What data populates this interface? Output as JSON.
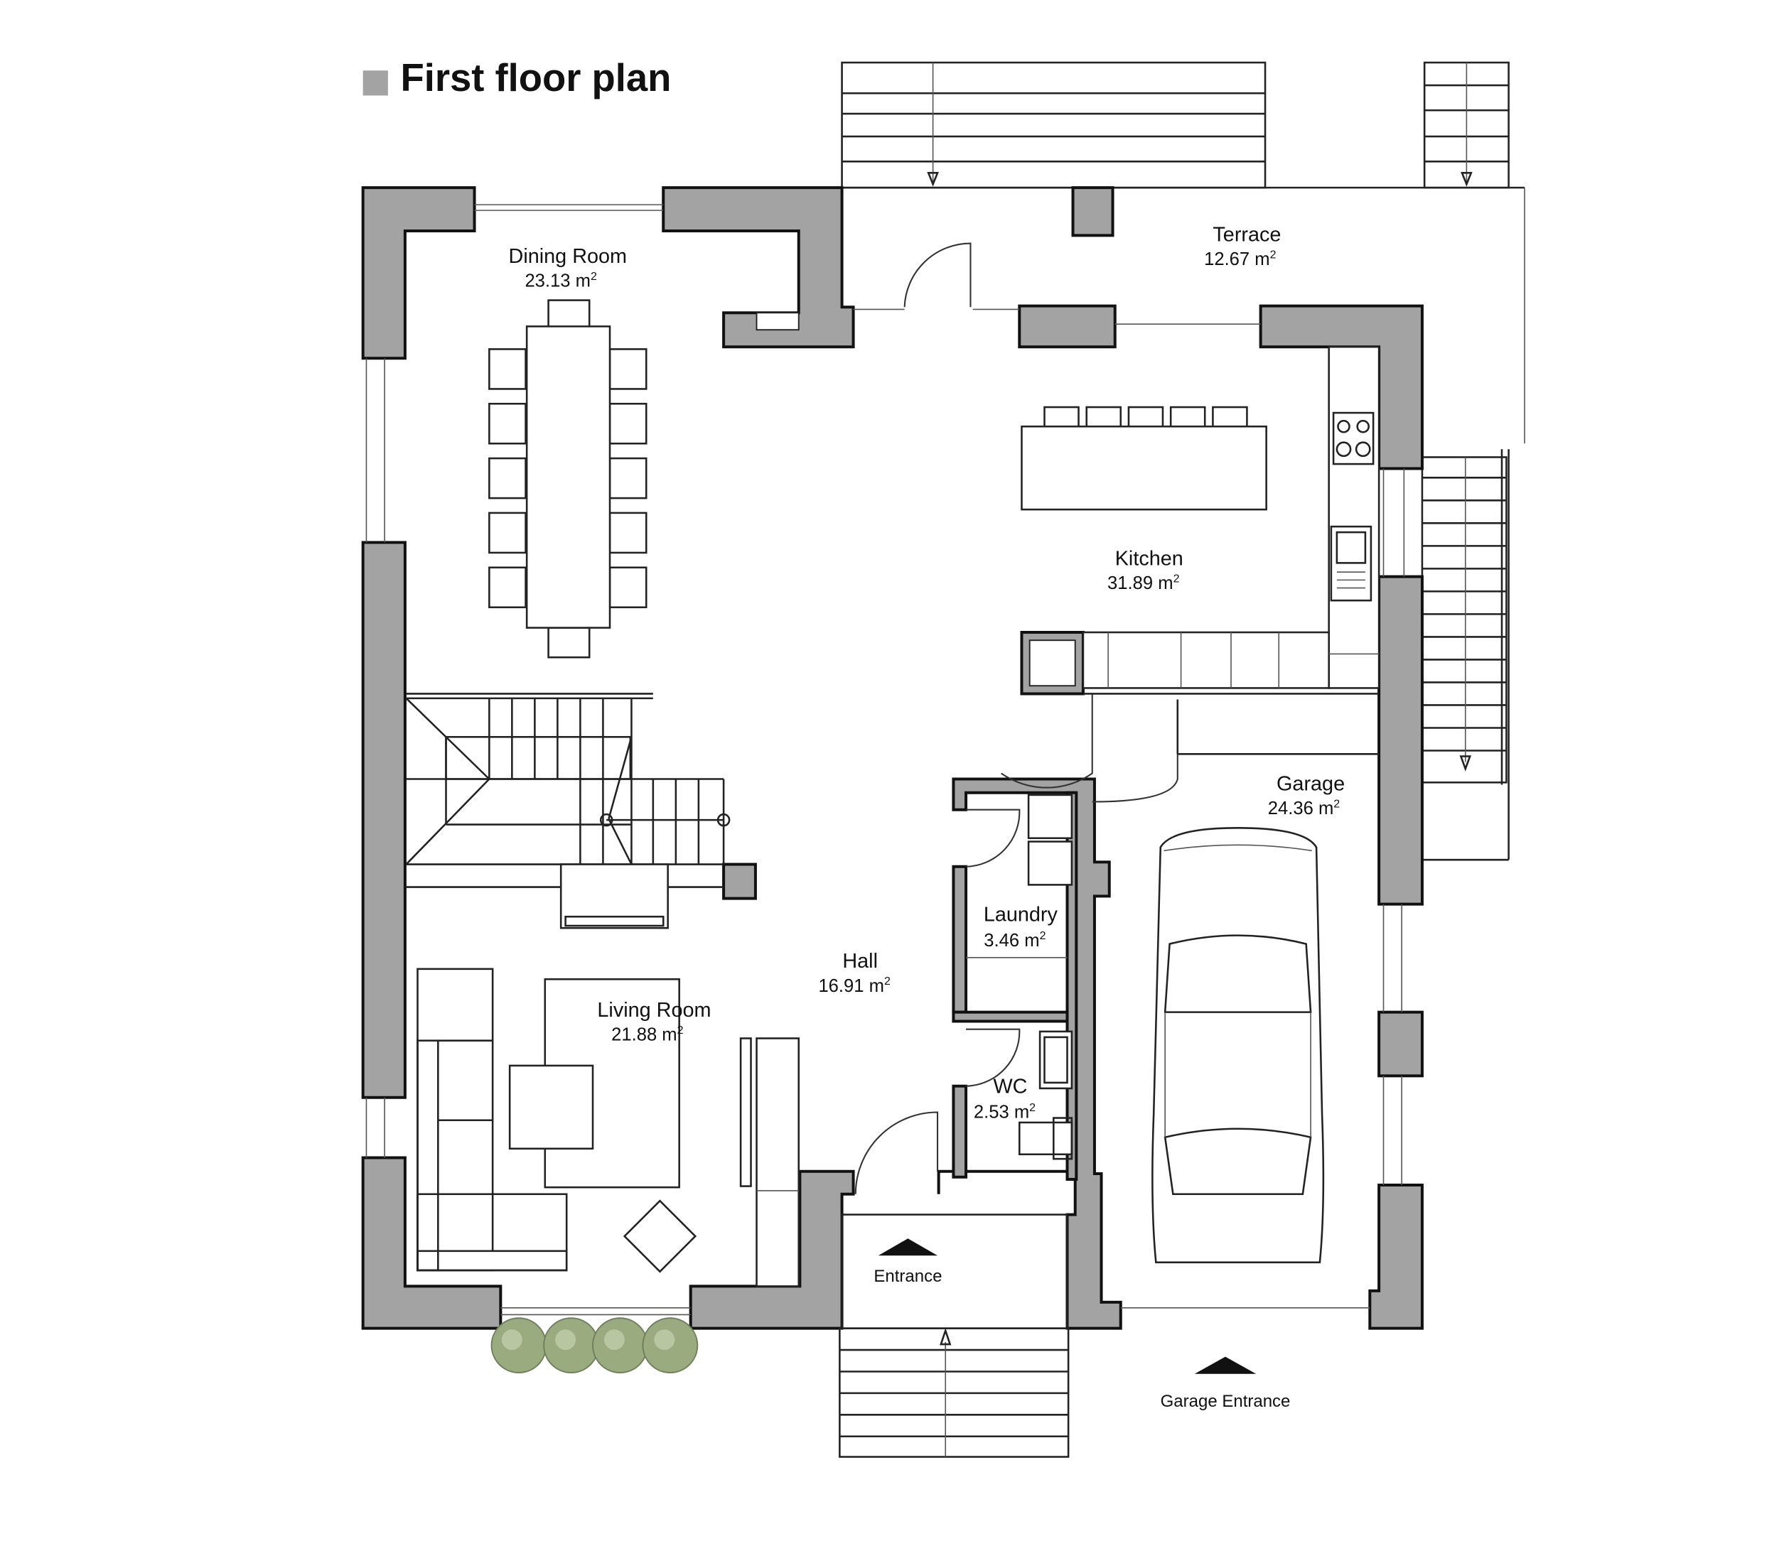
{
  "title": "First floor plan",
  "colors": {
    "wall": "#a3a3a3",
    "legend": "#a3a3a3",
    "line": "#222222",
    "background": "#ffffff",
    "tree": "#9aab80"
  },
  "rooms": {
    "dining": {
      "name": "Dining Room",
      "area": "23.13 m",
      "unit_sup": "2"
    },
    "terrace": {
      "name": "Terrace",
      "area": "12.67 m",
      "unit_sup": "2"
    },
    "kitchen": {
      "name": "Kitchen",
      "area": "31.89 m",
      "unit_sup": "2"
    },
    "garage": {
      "name": "Garage",
      "area": "24.36 m",
      "unit_sup": "2"
    },
    "laundry": {
      "name": "Laundry",
      "area": "3.46 m",
      "unit_sup": "2"
    },
    "hall": {
      "name": "Hall",
      "area": "16.91 m",
      "unit_sup": "2"
    },
    "living": {
      "name": "Living Room",
      "area": "21.88 m",
      "unit_sup": "2"
    },
    "wc": {
      "name": "WC",
      "area": "2.53 m",
      "unit_sup": "2"
    }
  },
  "labels": {
    "entrance": "Entrance",
    "garage_entrance": "Garage Entrance"
  },
  "icons": [
    "legend-swatch-icon",
    "entrance-arrow-icon",
    "garage-entrance-arrow-icon",
    "stair-direction-arrow-icon",
    "car-icon",
    "shrub-icon"
  ]
}
